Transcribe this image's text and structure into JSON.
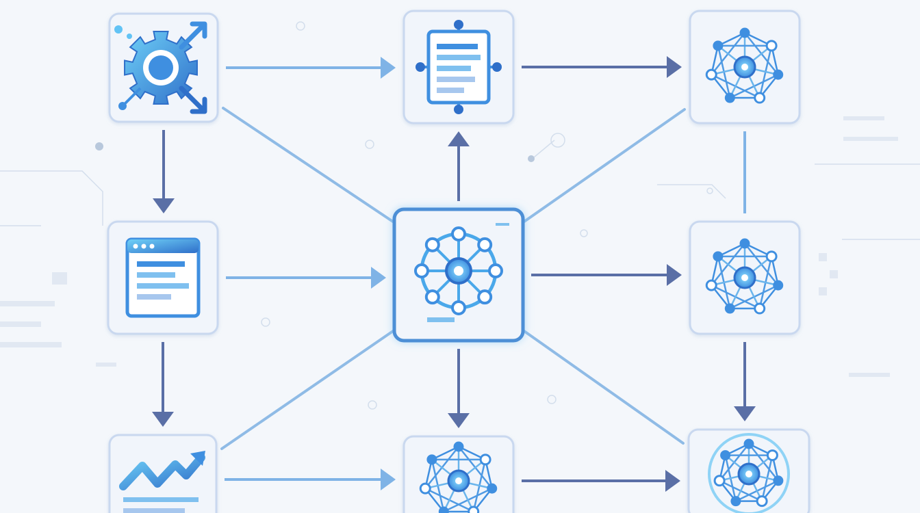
{
  "colors": {
    "background": "#f4f7fb",
    "card_fill": "#f1f5fb",
    "card_border": "#c9d8ef",
    "center_border": "#4d8fd6",
    "arrow_light": "#7fb3e6",
    "arrow_dark": "#5a6fa6",
    "icon_light": "#62c3f5",
    "icon_mid": "#3f8fe0",
    "icon_dark": "#2f6fc9",
    "diagonal": "#8fbbe6",
    "decor": "#c8d6e8"
  },
  "nodes": [
    {
      "id": "gear-hub",
      "icon": "gear-arrows-icon",
      "role": "source"
    },
    {
      "id": "document-panel",
      "icon": "document-icon",
      "role": "intermediate"
    },
    {
      "id": "network-top-right",
      "icon": "network-icon",
      "role": "output"
    },
    {
      "id": "browser-window",
      "icon": "browser-window-icon",
      "role": "source"
    },
    {
      "id": "central-hub",
      "icon": "hub-network-icon",
      "role": "center"
    },
    {
      "id": "network-mid-right",
      "icon": "network-icon",
      "role": "output"
    },
    {
      "id": "trend-chart",
      "icon": "trend-chart-icon",
      "role": "source"
    },
    {
      "id": "network-bottom-center",
      "icon": "network-icon",
      "role": "output"
    },
    {
      "id": "network-bottom-right",
      "icon": "globe-network-icon",
      "role": "output"
    }
  ],
  "edges": [
    {
      "from": "gear-hub",
      "to": "document-panel",
      "style": "light",
      "arrow": true
    },
    {
      "from": "document-panel",
      "to": "network-top-right",
      "style": "dark",
      "arrow": true
    },
    {
      "from": "gear-hub",
      "to": "browser-window",
      "style": "dark",
      "arrow": true
    },
    {
      "from": "browser-window",
      "to": "trend-chart",
      "style": "dark",
      "arrow": true
    },
    {
      "from": "browser-window",
      "to": "central-hub",
      "style": "light",
      "arrow": true
    },
    {
      "from": "central-hub",
      "to": "document-panel",
      "style": "dark",
      "arrow": true
    },
    {
      "from": "central-hub",
      "to": "network-mid-right",
      "style": "dark",
      "arrow": true
    },
    {
      "from": "central-hub",
      "to": "network-bottom-center",
      "style": "dark",
      "arrow": true
    },
    {
      "from": "network-top-right",
      "to": "network-mid-right",
      "style": "light",
      "arrow": false
    },
    {
      "from": "network-mid-right",
      "to": "network-bottom-right",
      "style": "dark",
      "arrow": true
    },
    {
      "from": "trend-chart",
      "to": "network-bottom-center",
      "style": "light",
      "arrow": true
    },
    {
      "from": "network-bottom-center",
      "to": "network-bottom-right",
      "style": "dark",
      "arrow": true
    },
    {
      "from": "gear-hub",
      "to": "central-hub",
      "style": "diagonal",
      "arrow": false
    },
    {
      "from": "network-top-right",
      "to": "central-hub",
      "style": "diagonal",
      "arrow": false
    },
    {
      "from": "trend-chart",
      "to": "central-hub",
      "style": "diagonal",
      "arrow": false
    },
    {
      "from": "network-bottom-right",
      "to": "central-hub",
      "style": "diagonal",
      "arrow": false
    }
  ]
}
